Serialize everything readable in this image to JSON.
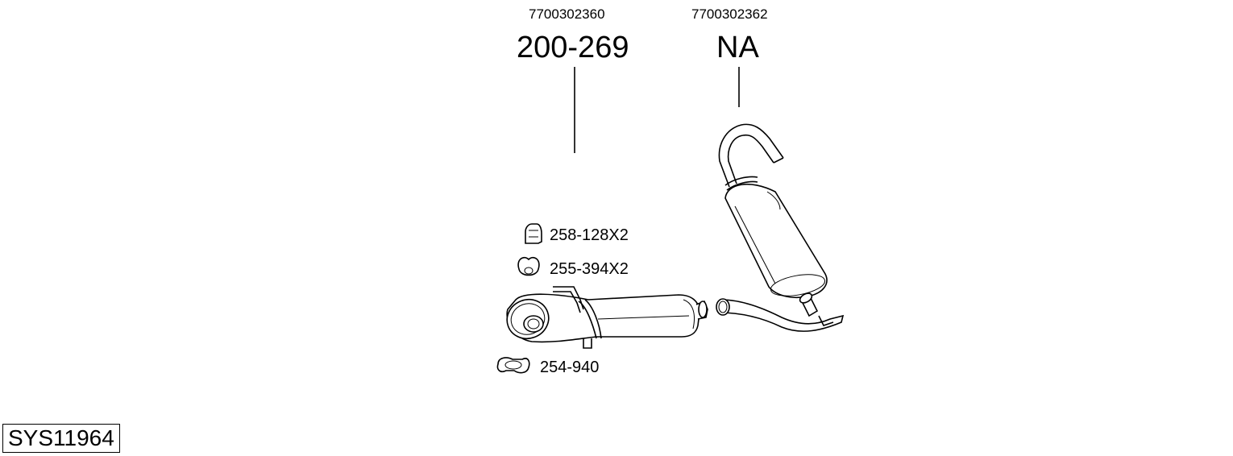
{
  "parts": [
    {
      "oem_number": "7700302360",
      "part_number": "200-269"
    },
    {
      "oem_number": "7700302362",
      "part_number": "NA"
    }
  ],
  "accessories": [
    {
      "label": "258-128X2",
      "icon": "rubber-hanger-icon"
    },
    {
      "label": "255-394X2",
      "icon": "rubber-ring-mount-icon"
    },
    {
      "label": "254-940",
      "icon": "pipe-clamp-icon"
    }
  ],
  "system_code": "SYS11964"
}
